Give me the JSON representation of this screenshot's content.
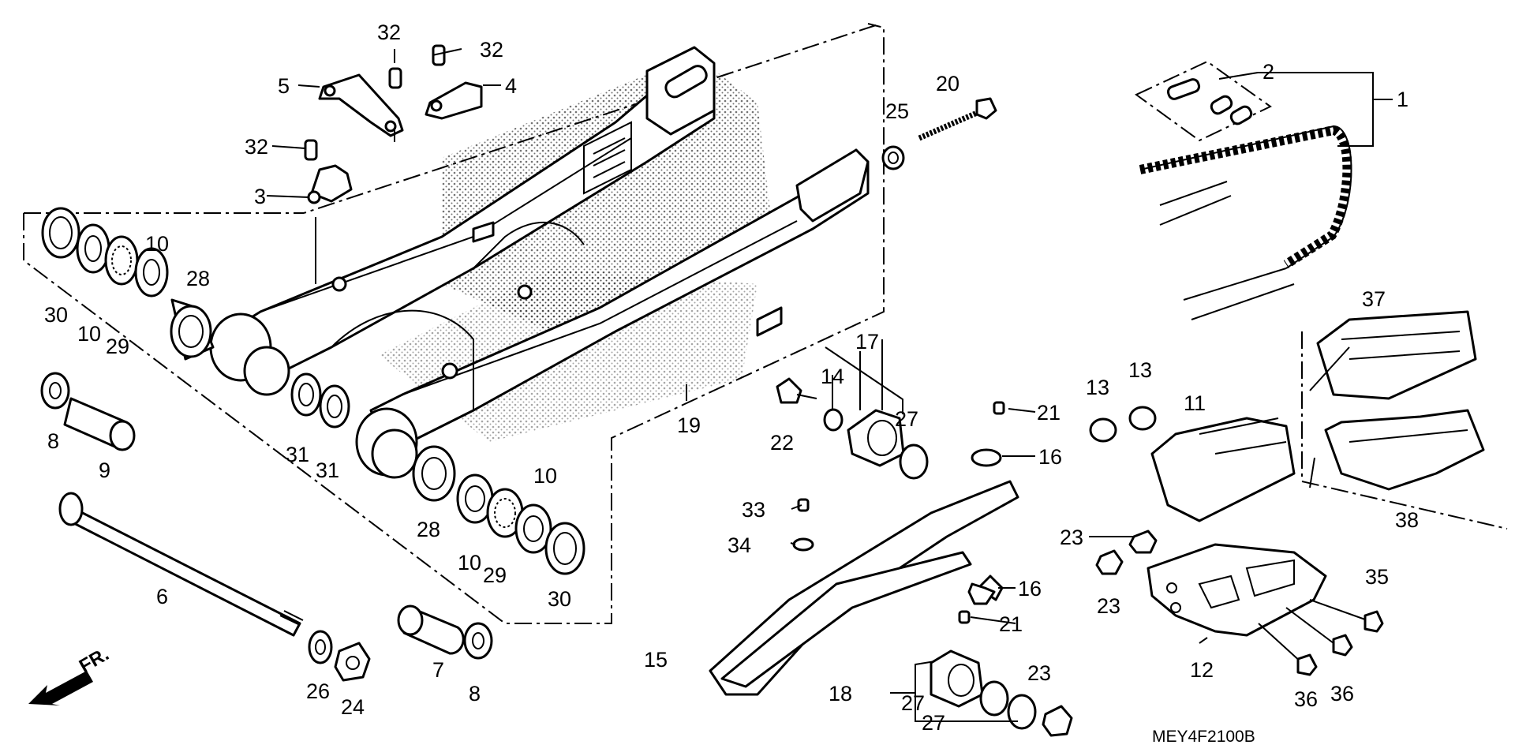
{
  "diagram_code": "MEY4F2100B",
  "front_marker": "FR.",
  "callouts": [
    {
      "id": "c1",
      "text": "1"
    },
    {
      "id": "c2",
      "text": "2"
    },
    {
      "id": "c3",
      "text": "3"
    },
    {
      "id": "c4",
      "text": "4"
    },
    {
      "id": "c5",
      "text": "5"
    },
    {
      "id": "c6",
      "text": "6"
    },
    {
      "id": "c7",
      "text": "7"
    },
    {
      "id": "c8a",
      "text": "8"
    },
    {
      "id": "c8b",
      "text": "8"
    },
    {
      "id": "c9",
      "text": "9"
    },
    {
      "id": "c10a",
      "text": "10"
    },
    {
      "id": "c10b",
      "text": "10"
    },
    {
      "id": "c10c",
      "text": "10"
    },
    {
      "id": "c10d",
      "text": "10"
    },
    {
      "id": "c11",
      "text": "11"
    },
    {
      "id": "c12",
      "text": "12"
    },
    {
      "id": "c13a",
      "text": "13"
    },
    {
      "id": "c13b",
      "text": "13"
    },
    {
      "id": "c14",
      "text": "14"
    },
    {
      "id": "c15",
      "text": "15"
    },
    {
      "id": "c16a",
      "text": "16"
    },
    {
      "id": "c16b",
      "text": "16"
    },
    {
      "id": "c17",
      "text": "17"
    },
    {
      "id": "c18",
      "text": "18"
    },
    {
      "id": "c19",
      "text": "19"
    },
    {
      "id": "c20",
      "text": "20"
    },
    {
      "id": "c21a",
      "text": "21"
    },
    {
      "id": "c21b",
      "text": "21"
    },
    {
      "id": "c22",
      "text": "22"
    },
    {
      "id": "c23a",
      "text": "23"
    },
    {
      "id": "c23b",
      "text": "23"
    },
    {
      "id": "c23c",
      "text": "23"
    },
    {
      "id": "c24",
      "text": "24"
    },
    {
      "id": "c25",
      "text": "25"
    },
    {
      "id": "c26",
      "text": "26"
    },
    {
      "id": "c27a",
      "text": "27"
    },
    {
      "id": "c27b",
      "text": "27"
    },
    {
      "id": "c27c",
      "text": "27"
    },
    {
      "id": "c28a",
      "text": "28"
    },
    {
      "id": "c28b",
      "text": "28"
    },
    {
      "id": "c29a",
      "text": "29"
    },
    {
      "id": "c29b",
      "text": "29"
    },
    {
      "id": "c30a",
      "text": "30"
    },
    {
      "id": "c30b",
      "text": "30"
    },
    {
      "id": "c31a",
      "text": "31"
    },
    {
      "id": "c31b",
      "text": "31"
    },
    {
      "id": "c32a",
      "text": "32"
    },
    {
      "id": "c32b",
      "text": "32"
    },
    {
      "id": "c32c",
      "text": "32"
    },
    {
      "id": "c33",
      "text": "33"
    },
    {
      "id": "c34",
      "text": "34"
    },
    {
      "id": "c35",
      "text": "35"
    },
    {
      "id": "c36a",
      "text": "36"
    },
    {
      "id": "c36b",
      "text": "36"
    },
    {
      "id": "c37",
      "text": "37"
    },
    {
      "id": "c38",
      "text": "38"
    }
  ]
}
